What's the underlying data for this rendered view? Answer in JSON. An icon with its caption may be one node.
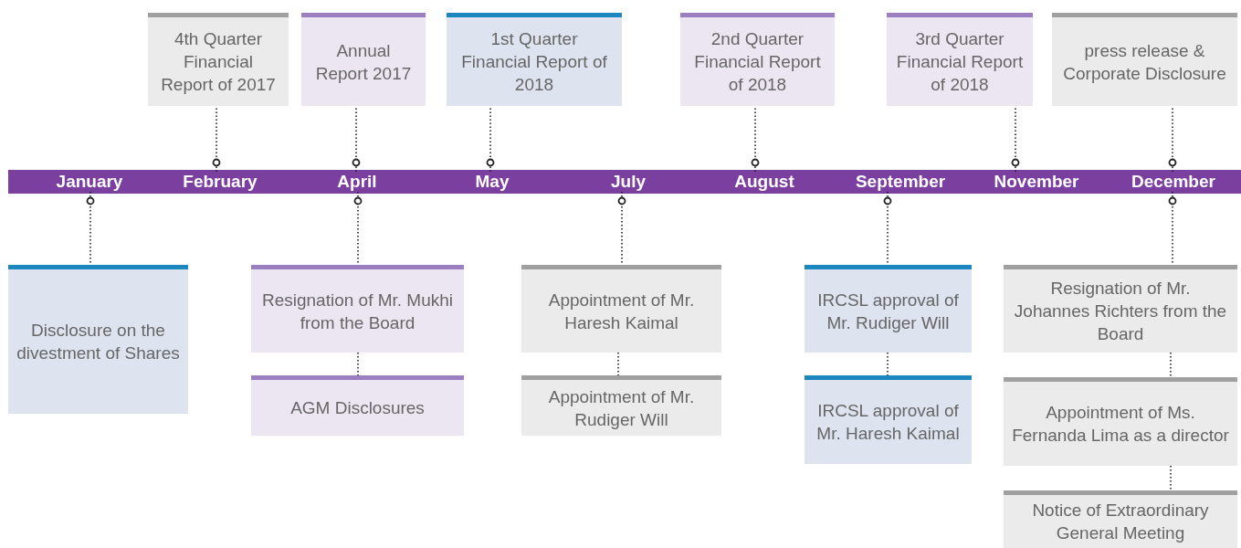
{
  "diagram": {
    "nodes": [
      {
        "text": [
          "4th Quarter Financial Report of 2017"
        ]
      },
      {
        "text": [
          "Annual Report 2017"
        ]
      },
      {
        "text": [
          "1st Quarter Financial Report of 2018"
        ]
      },
      {
        "text": [
          "2nd Quarter Financial Report of 2018"
        ]
      },
      {
        "text": [
          "3rd Quarter Financial Report of 2018"
        ]
      },
      {
        "text": [
          "press release & Corporate Disclosure"
        ]
      },
      {
        "text": [
          "January"
        ]
      },
      {
        "text": [
          "February"
        ]
      },
      {
        "text": [
          "April"
        ]
      },
      {
        "text": [
          "May"
        ]
      },
      {
        "text": [
          "July"
        ]
      },
      {
        "text": [
          "August"
        ]
      },
      {
        "text": [
          "September"
        ]
      },
      {
        "text": [
          "November"
        ]
      },
      {
        "text": [
          "December"
        ]
      },
      {
        "text": [
          "Disclosure on the divestment of Shares"
        ]
      },
      {
        "text": [
          "Resignation of Mr. Mukhi from the Board"
        ]
      },
      {
        "text": [
          "AGM Disclosures"
        ]
      },
      {
        "text": [
          "Appointment of Mr. Haresh Kaimal"
        ]
      },
      {
        "text": [
          "Appointment of Mr. Rudiger Will"
        ]
      },
      {
        "text": [
          "IRCSL approval of Mr. Rudiger Will"
        ]
      },
      {
        "text": [
          "IRCSL approval of Mr. Haresh Kaimal"
        ]
      },
      {
        "text": [
          "Resignation of Mr. Johannes Richters from the Board"
        ]
      },
      {
        "text": [
          "Appointment of Ms. Fernanda Lima as a director"
        ]
      },
      {
        "text": [
          "Notice of Extraordinary General Meeting"
        ]
      }
    ],
    "edges": [
      {
        "from": 7,
        "to": 0,
        "arrow": "other",
        "style": "dashed"
      },
      {
        "from": 8,
        "to": 1,
        "arrow": "other",
        "style": "dashed"
      },
      {
        "from": 9,
        "to": 2,
        "arrow": "other",
        "style": "dashed"
      },
      {
        "from": 11,
        "to": 3,
        "arrow": "other",
        "style": "dashed"
      },
      {
        "from": 13,
        "to": 4,
        "arrow": "other",
        "style": "dashed"
      },
      {
        "from": 14,
        "to": 5,
        "arrow": "other",
        "style": "dashed"
      },
      {
        "from": 6,
        "to": 15,
        "arrow": "other",
        "style": "dashed"
      },
      {
        "from": 8,
        "to": 16,
        "arrow": "other",
        "style": "dashed"
      },
      {
        "from": 16,
        "to": 17,
        "arrow": "none",
        "style": "dashed"
      },
      {
        "from": 10,
        "to": 18,
        "arrow": "other",
        "style": "dashed"
      },
      {
        "from": 18,
        "to": 19,
        "arrow": "none",
        "style": "dashed"
      },
      {
        "from": 12,
        "to": 20,
        "arrow": "other",
        "style": "dashed"
      },
      {
        "from": 20,
        "to": 21,
        "arrow": "none",
        "style": "dashed"
      },
      {
        "from": 14,
        "to": 22,
        "arrow": "other",
        "style": "dashed"
      },
      {
        "from": 22,
        "to": 23,
        "arrow": "none",
        "style": "dashed"
      },
      {
        "from": 23,
        "to": 24,
        "arrow": "none",
        "style": "dashed"
      }
    ]
  }
}
